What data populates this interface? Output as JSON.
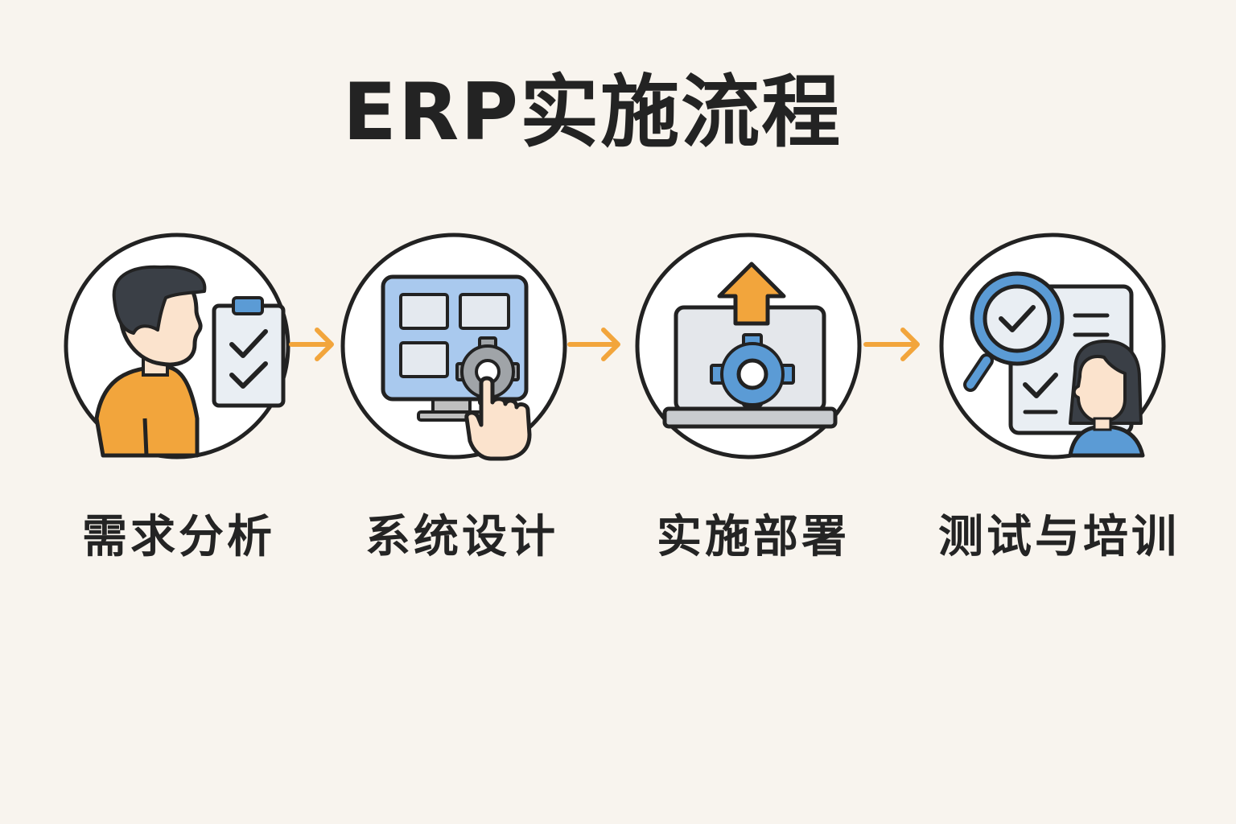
{
  "title": "ERP实施流程",
  "steps": [
    {
      "label": "需求分析",
      "icon": "person-checklist-icon"
    },
    {
      "label": "系统设计",
      "icon": "monitor-gear-hand-icon"
    },
    {
      "label": "实施部署",
      "icon": "laptop-upload-gear-icon"
    },
    {
      "label": "测试与培训",
      "icon": "magnifier-document-person-icon"
    }
  ],
  "colors": {
    "background": "#f8f4ee",
    "outline": "#222222",
    "accent_orange": "#f2a53c",
    "accent_blue": "#5b9bd5",
    "light_blue": "#a9c9ee",
    "skin": "#fbe3cd",
    "gray": "#d6d6d6"
  }
}
